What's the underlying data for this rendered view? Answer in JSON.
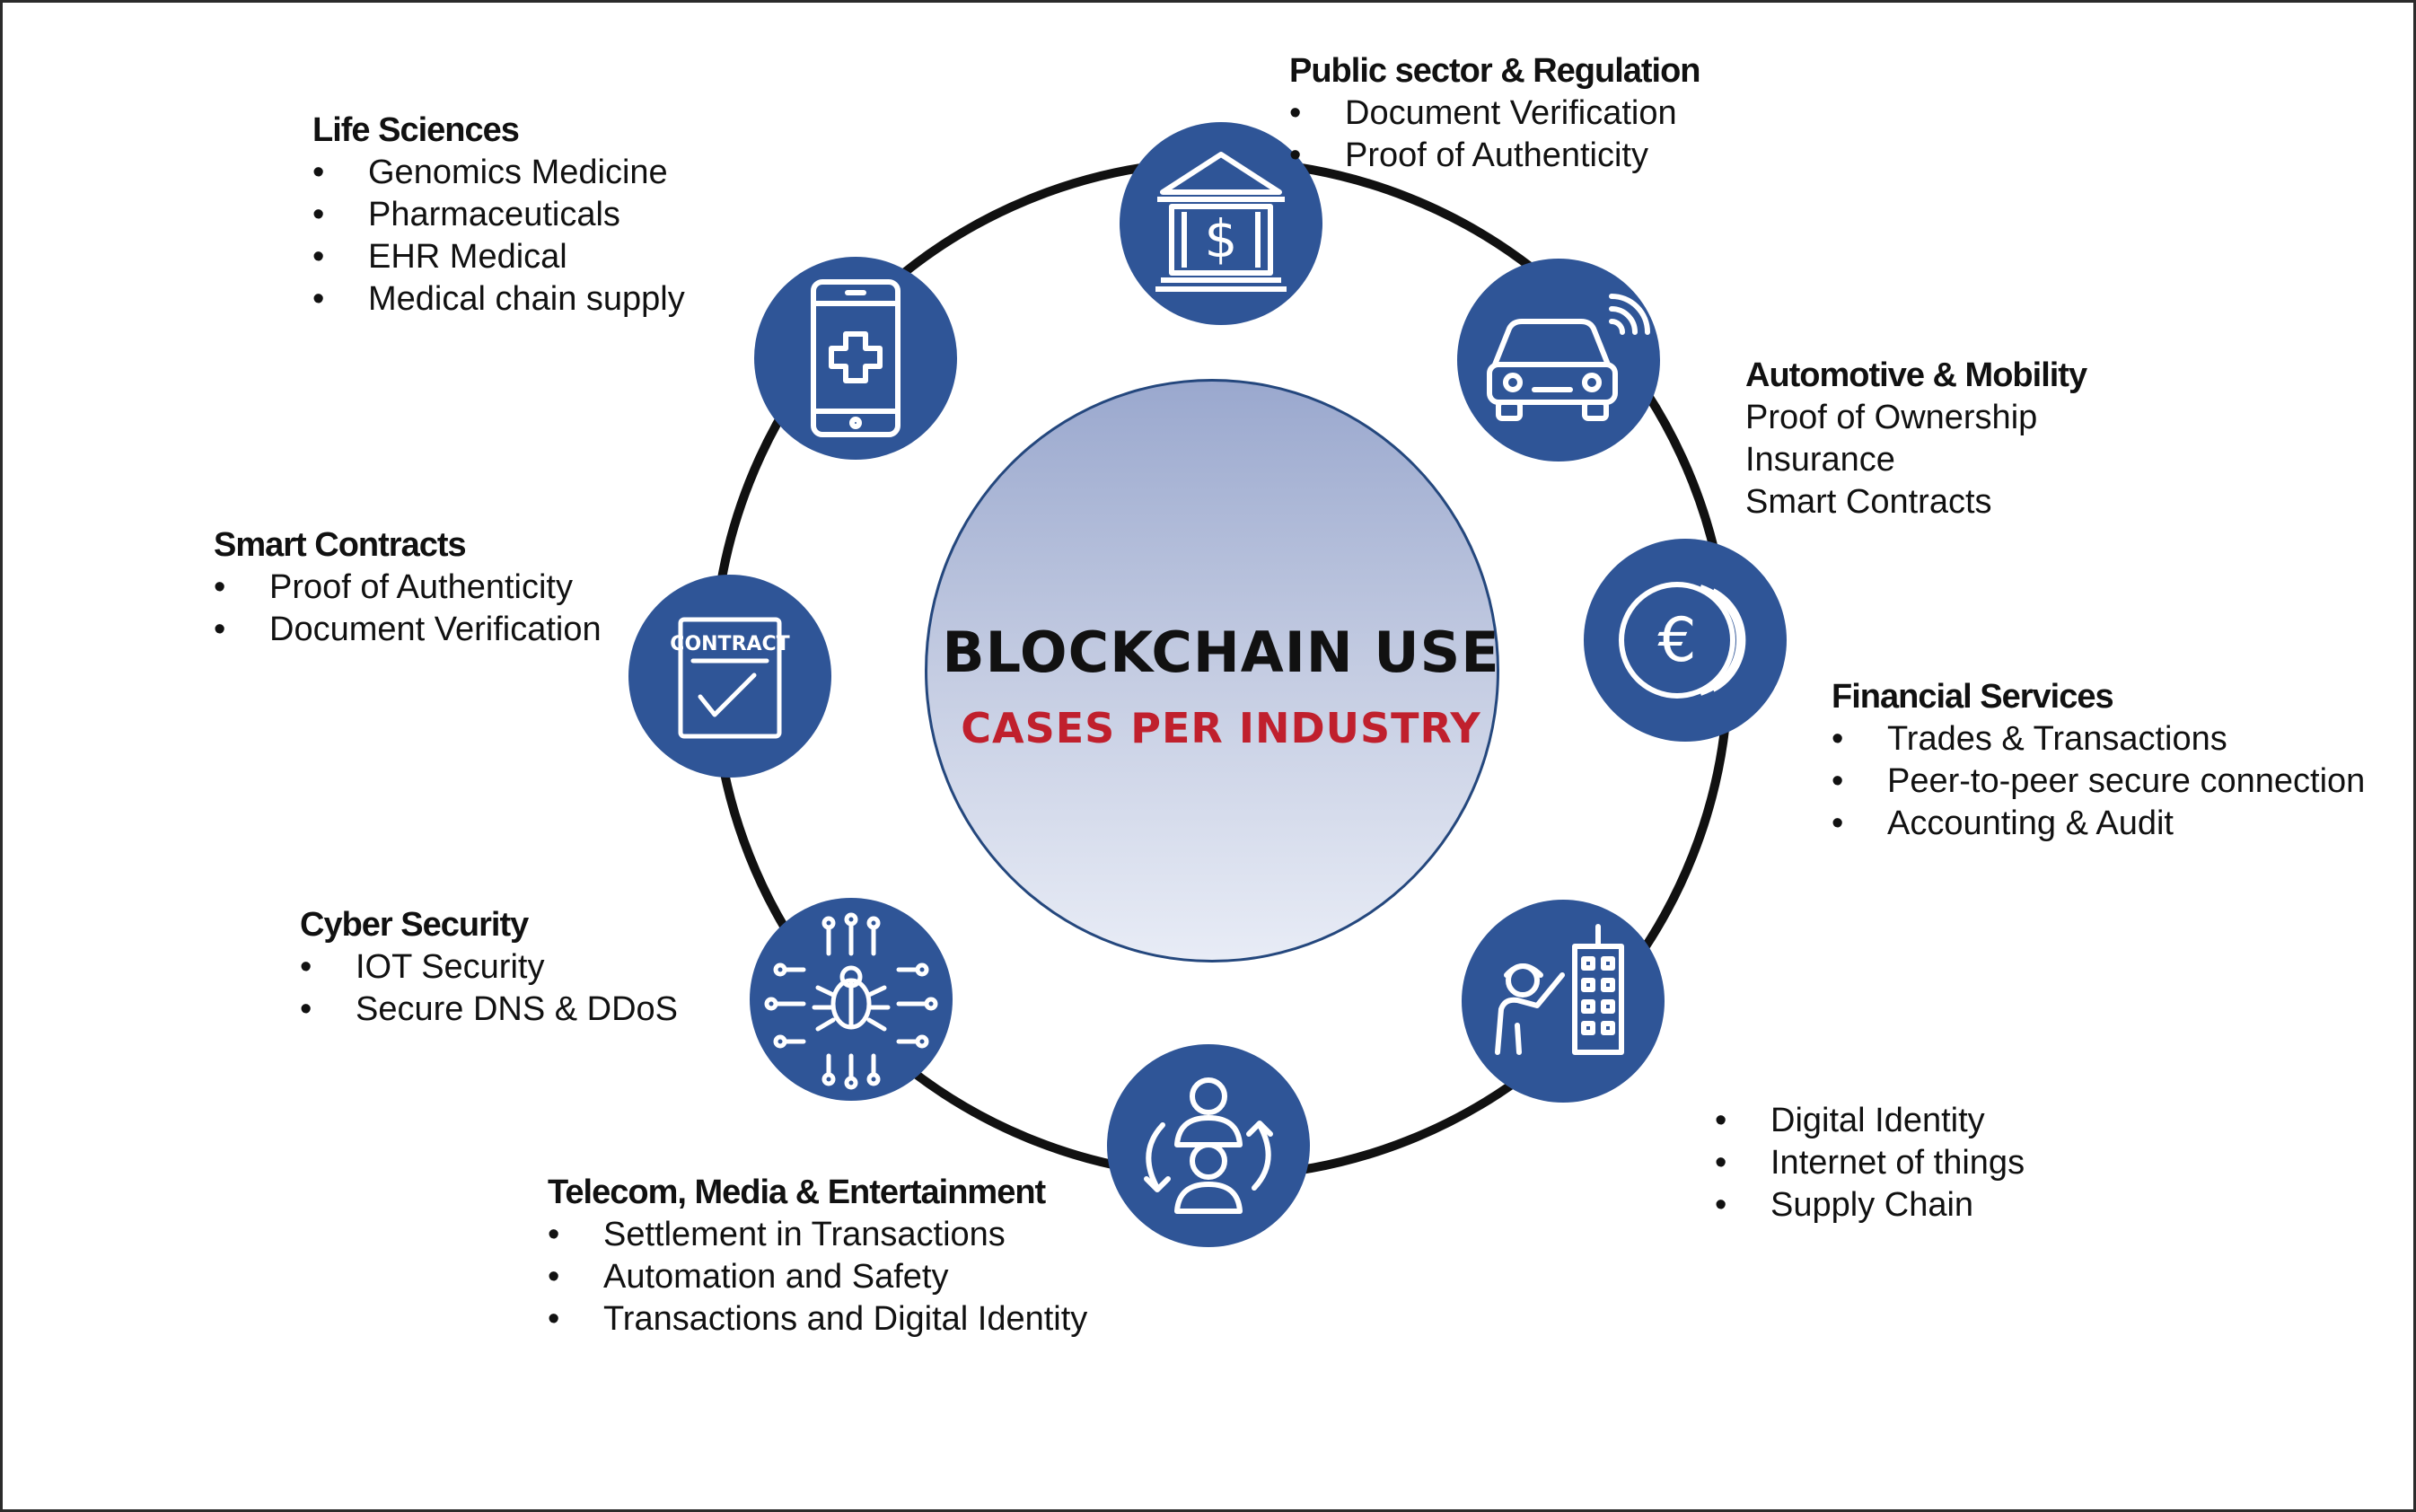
{
  "center": {
    "title": "BLOCKCHAIN USE",
    "subtitle": "CASES PER INDUSTRY"
  },
  "colors": {
    "node": "#2f5597",
    "ring": "#111111",
    "subtitle": "#c0202d"
  },
  "sectors": {
    "public": {
      "icon": "bank-icon",
      "heading": "Public sector & Regulation",
      "items": [
        "Document Verification",
        "Proof of Authenticity"
      ]
    },
    "automotive": {
      "icon": "connected-car-icon",
      "heading": "Automotive & Mobility",
      "items": [
        "Proof of Ownership",
        "Insurance",
        "Smart Contracts"
      ]
    },
    "financial": {
      "icon": "euro-coin-icon",
      "heading": "Financial Services",
      "items": [
        "Trades & Transactions",
        "Peer-to-peer secure connection",
        "Accounting & Audit"
      ]
    },
    "identity": {
      "icon": "worker-building-icon",
      "items": [
        "Digital Identity",
        "Internet of things",
        "Supply Chain"
      ]
    },
    "telecom": {
      "icon": "people-exchange-icon",
      "heading": "Telecom, Media & Entertainment",
      "items": [
        "Settlement in Transactions",
        "Automation and Safety",
        "Transactions and Digital Identity"
      ]
    },
    "cyber": {
      "icon": "circuit-bug-icon",
      "heading": "Cyber Security",
      "items": [
        "IOT Security",
        "Secure DNS & DDoS"
      ]
    },
    "contracts": {
      "icon": "contract-icon",
      "icon_text": "CONTRACT",
      "heading": "Smart Contracts",
      "items": [
        "Proof of Authenticity",
        "Document Verification"
      ]
    },
    "life": {
      "icon": "medical-phone-icon",
      "heading": "Life Sciences",
      "items": [
        "Genomics Medicine",
        "Pharmaceuticals",
        "EHR Medical",
        "Medical chain supply"
      ]
    }
  }
}
